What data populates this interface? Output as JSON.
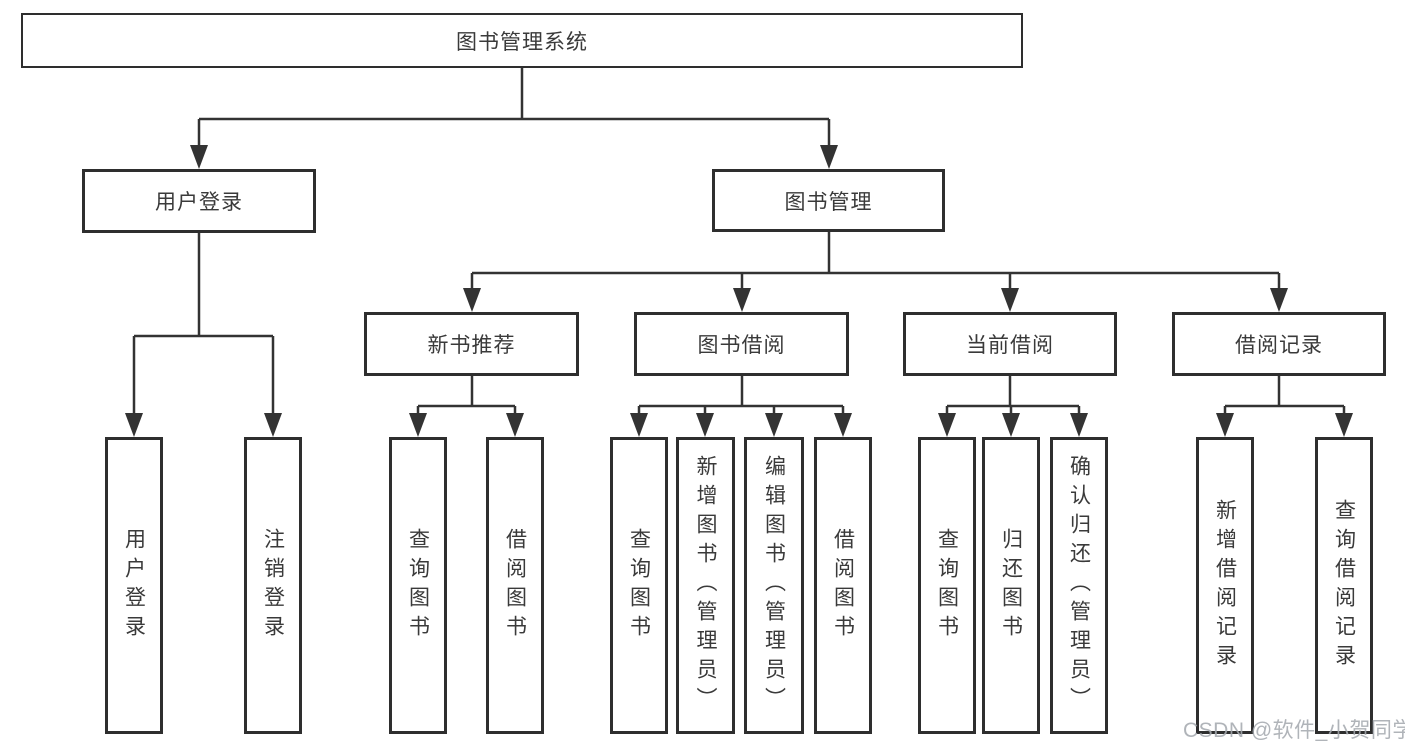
{
  "colors": {
    "line": "#333333",
    "box_border": "#2e2e2e",
    "text": "#3a3a3a",
    "background": "#ffffff",
    "watermark": "#a5aaaf"
  },
  "watermark": {
    "text": "CSDN @软件_小贺同学"
  },
  "tree": {
    "label": "图书管理系统",
    "children": [
      {
        "label": "用户登录",
        "children": [
          {
            "label": "用户登录"
          },
          {
            "label": "注销登录"
          }
        ]
      },
      {
        "label": "图书管理",
        "children": [
          {
            "label": "新书推荐",
            "children": [
              {
                "label": "查询图书"
              },
              {
                "label": "借阅图书"
              }
            ]
          },
          {
            "label": "图书借阅",
            "children": [
              {
                "label": "查询图书"
              },
              {
                "label": "新增图书（管理员）"
              },
              {
                "label": "编辑图书（管理员）"
              },
              {
                "label": "借阅图书"
              }
            ]
          },
          {
            "label": "当前借阅",
            "children": [
              {
                "label": "查询图书"
              },
              {
                "label": "归还图书"
              },
              {
                "label": "确认归还（管理员）"
              }
            ]
          },
          {
            "label": "借阅记录",
            "children": [
              {
                "label": "新增借阅记录"
              },
              {
                "label": "查询借阅记录"
              }
            ]
          }
        ]
      }
    ]
  }
}
